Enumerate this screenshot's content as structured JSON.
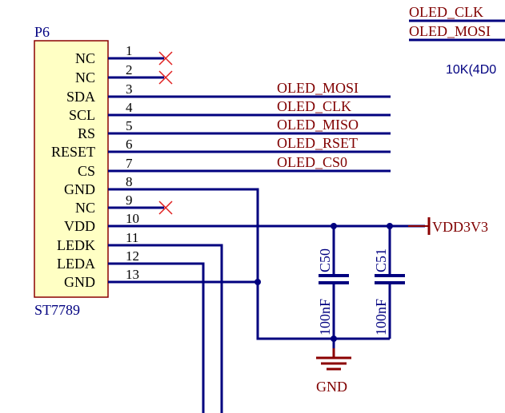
{
  "component": {
    "ref": "P6",
    "part": "ST7789",
    "pins": [
      {
        "num": "1",
        "name": "NC"
      },
      {
        "num": "2",
        "name": "NC"
      },
      {
        "num": "3",
        "name": "SDA"
      },
      {
        "num": "4",
        "name": "SCL"
      },
      {
        "num": "5",
        "name": "RS"
      },
      {
        "num": "6",
        "name": "RESET"
      },
      {
        "num": "7",
        "name": "CS"
      },
      {
        "num": "8",
        "name": "GND"
      },
      {
        "num": "9",
        "name": "NC"
      },
      {
        "num": "10",
        "name": "VDD"
      },
      {
        "num": "11",
        "name": "LEDK"
      },
      {
        "num": "12",
        "name": "LEDA"
      },
      {
        "num": "13",
        "name": "GND"
      }
    ]
  },
  "net_labels": {
    "pin3": "OLED_MOSI",
    "pin4": "OLED_CLK",
    "pin5": "OLED_MISO",
    "pin6": "OLED_RSET",
    "pin7": "OLED_CS0"
  },
  "top_right_labels": [
    "OLED_CLK",
    "OLED_MOSI"
  ],
  "resistor_text": "10K(4D0",
  "capacitors": [
    {
      "ref": "C50",
      "value": "100nF"
    },
    {
      "ref": "C51",
      "value": "100nF"
    }
  ],
  "power": {
    "vdd": "VDD3V3",
    "gnd": "GND"
  },
  "colors": {
    "wire": "#00007f",
    "symbol_border": "#8b0000",
    "symbol_fill": "#ffffc4",
    "text_dark_red": "#800000",
    "text_blue": "#000080",
    "nc_mark": "#e02020"
  }
}
